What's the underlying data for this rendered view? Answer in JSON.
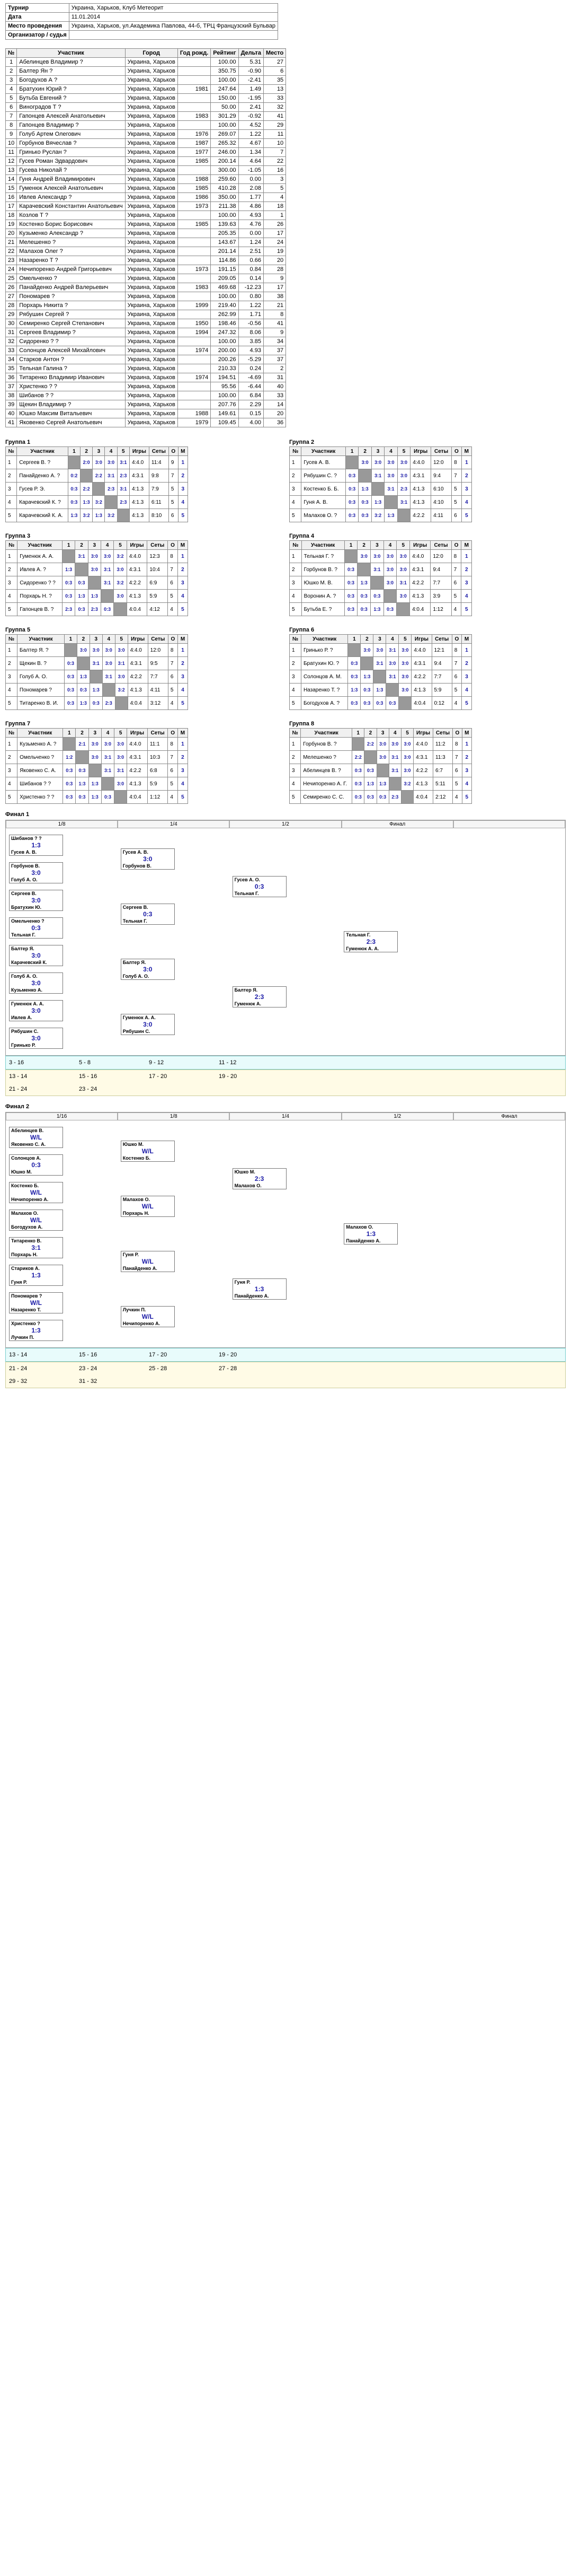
{
  "info": [
    {
      "k": "Турнир",
      "v": "Украина, Харьков, Клуб Метеорит"
    },
    {
      "k": "Дата",
      "v": "11.01.2014"
    },
    {
      "k": "Место проведения",
      "v": "Украина, Харьков, ул.Академика Павлова, 44-б, ТРЦ Французский Бульвар"
    },
    {
      "k": "Организатор / судья",
      "v": ""
    }
  ],
  "reg_headers": [
    "№",
    "Участник",
    "Город",
    "Год рожд.",
    "Рейтинг",
    "Дельта",
    "Место"
  ],
  "players": [
    [
      "1",
      "Абелинцев Владимир ?",
      "Украина, Харьков",
      "",
      "100.00",
      "5.31",
      "27"
    ],
    [
      "2",
      "Балтер Ян ?",
      "Украина, Харьков",
      "",
      "350.75",
      "-0.90",
      "6"
    ],
    [
      "3",
      "Богодухов А ?",
      "Украина, Харьков",
      "",
      "100.00",
      "-2.41",
      "35"
    ],
    [
      "4",
      "Братухин Юрий ?",
      "Украина, Харьков",
      "1981",
      "247.64",
      "1.49",
      "13"
    ],
    [
      "5",
      "Бутьба Евгений ?",
      "Украина, Харьков",
      "",
      "150.00",
      "-1.95",
      "33"
    ],
    [
      "6",
      "Виноградов Т ?",
      "Украина, Харьков",
      "",
      "50.00",
      "2.41",
      "32"
    ],
    [
      "7",
      "Гапонцев Алексей Анатольевич",
      "Украина, Харьков",
      "1983",
      "301.29",
      "-0.92",
      "41"
    ],
    [
      "8",
      "Гапонцев Владимир ?",
      "Украина, Харьков",
      "",
      "100.00",
      "4.52",
      "29"
    ],
    [
      "9",
      "Голуб Артем Олегович",
      "Украина, Харьков",
      "1976",
      "269.07",
      "1.22",
      "11"
    ],
    [
      "10",
      "Горбунов Вячеслав ?",
      "Украина, Харьков",
      "1987",
      "265.32",
      "4.67",
      "10"
    ],
    [
      "11",
      "Гринько Руслан ?",
      "Украина, Харьков",
      "1977",
      "246.00",
      "1.34",
      "7"
    ],
    [
      "12",
      "Гусев Роман Эдвардович",
      "Украина, Харьков",
      "1985",
      "200.14",
      "4.64",
      "22"
    ],
    [
      "13",
      "Гусева Николай ?",
      "Украина, Харьков",
      "",
      "300.00",
      "-1.05",
      "16"
    ],
    [
      "14",
      "Гуня Андрей Владимирович",
      "Украина, Харьков",
      "1988",
      "259.60",
      "0.00",
      "3"
    ],
    [
      "15",
      "Гуменюк Алексей Анатольевич",
      "Украина, Харьков",
      "1985",
      "410.28",
      "2.08",
      "5"
    ],
    [
      "16",
      "Ивлев Александр ?",
      "Украина, Харьков",
      "1986",
      "350.00",
      "1.77",
      "4"
    ],
    [
      "17",
      "Карачевский Константин Анатольевич",
      "Украина, Харьков",
      "1973",
      "211.38",
      "4.86",
      "18"
    ],
    [
      "18",
      "Козлов Т ?",
      "Украина, Харьков",
      "",
      "100.00",
      "4.93",
      "1"
    ],
    [
      "19",
      "Костенко Борис Борисович",
      "Украина, Харьков",
      "1985",
      "139.63",
      "4.76",
      "26"
    ],
    [
      "20",
      "Кузьменко Александр ?",
      "Украина, Харьков",
      "",
      "205.35",
      "0.00",
      "17"
    ],
    [
      "21",
      "Мелешенко ?",
      "Украина, Харьков",
      "",
      "143.67",
      "1.24",
      "24"
    ],
    [
      "22",
      "Малахов Олег ?",
      "Украина, Харьков",
      "",
      "201.14",
      "2.51",
      "19"
    ],
    [
      "23",
      "Назаренко Т ?",
      "Украина, Харьков",
      "",
      "114.86",
      "0.66",
      "20"
    ],
    [
      "24",
      "Нечипоренко Андрей Григорьевич",
      "Украина, Харьков",
      "1973",
      "191.15",
      "0.84",
      "28"
    ],
    [
      "25",
      "Омельченко ?",
      "Украина, Харьков",
      "",
      "209.05",
      "0.14",
      "9"
    ],
    [
      "26",
      "Панайденко Андрей Валерьевич",
      "Украина, Харьков",
      "1983",
      "469.68",
      "-12.23",
      "17"
    ],
    [
      "27",
      "Пономарев ?",
      "Украина, Харьков",
      "",
      "100.00",
      "0.80",
      "38"
    ],
    [
      "28",
      "Порхарь Никита ?",
      "Украина, Харьков",
      "1999",
      "219.40",
      "1.22",
      "21"
    ],
    [
      "29",
      "Рябушин Сергей ?",
      "Украина, Харьков",
      "",
      "262.99",
      "1.71",
      "8"
    ],
    [
      "30",
      "Семиренко Сергей Степанович",
      "Украина, Харьков",
      "1950",
      "198.46",
      "-0.56",
      "41"
    ],
    [
      "31",
      "Сергеев Владимир ?",
      "Украина, Харьков",
      "1994",
      "247.32",
      "8.06",
      "9"
    ],
    [
      "32",
      "Сидоренко ? ?",
      "Украина, Харьков",
      "",
      "100.00",
      "3.85",
      "34"
    ],
    [
      "33",
      "Солонцов Алексей Михайлович",
      "Украина, Харьков",
      "1974",
      "200.00",
      "4.93",
      "37"
    ],
    [
      "34",
      "Старков Антон ?",
      "Украина, Харьков",
      "",
      "200.26",
      "-5.29",
      "37"
    ],
    [
      "35",
      "Тельная Галина ?",
      "Украина, Харьков",
      "",
      "210.33",
      "0.24",
      "2"
    ],
    [
      "36",
      "Титаренко Владимир Иванович",
      "Украина, Харьков",
      "1974",
      "194.51",
      "-4.69",
      "31"
    ],
    [
      "37",
      "Христенко ? ?",
      "Украина, Харьков",
      "",
      "95.56",
      "-6.44",
      "40"
    ],
    [
      "38",
      "Шибанов ? ?",
      "Украина, Харьков",
      "",
      "100.00",
      "6.84",
      "33"
    ],
    [
      "39",
      "Щекин Владимир ?",
      "Украина, Харьков",
      "",
      "207.76",
      "2.29",
      "14"
    ],
    [
      "40",
      "Юшко Максим Витальевич",
      "Украина, Харьков",
      "1988",
      "149.61",
      "0.15",
      "20"
    ],
    [
      "41",
      "Яковенко Сергей Анатольевич",
      "Украина, Харьков",
      "1979",
      "109.45",
      "4.00",
      "36"
    ]
  ],
  "group_headers": [
    "№",
    "Участник",
    "1",
    "2",
    "3",
    "4",
    "5",
    "Игры",
    "Сеты",
    "О",
    "М"
  ],
  "groups": [
    {
      "title": "Группа 1",
      "rows": [
        [
          "1",
          "Сергеев В. ?",
          "",
          "2:0",
          "3:0",
          "3:0",
          "3:1",
          "4:4.0",
          "11:4",
          "9",
          "1"
        ],
        [
          "2",
          "Панайденко А. ?",
          "0:2",
          "",
          "2:2",
          "3:1",
          "2:3",
          "4:3.1",
          "9:8",
          "7",
          "2"
        ],
        [
          "3",
          "Гусев Р. Э.",
          "0:3",
          "2:2",
          "",
          "2:3",
          "3:1",
          "4:1.3",
          "7:9",
          "5",
          "3"
        ],
        [
          "4",
          "Карачевский К. ?",
          "0:3",
          "1:3",
          "3:2",
          "",
          "2:3",
          "4:1.3",
          "6:11",
          "5",
          "4"
        ],
        [
          "5",
          "Карачевский К. А.",
          "1:3",
          "3:2",
          "1:3",
          "3:2",
          "",
          "4:1.3",
          "8:10",
          "6",
          "5"
        ]
      ]
    },
    {
      "title": "Группа 2",
      "rows": [
        [
          "1",
          "Гусев А. В.",
          "",
          "3:0",
          "3:0",
          "3:0",
          "3:0",
          "4:4.0",
          "12:0",
          "8",
          "1"
        ],
        [
          "2",
          "Рябушин С. ?",
          "0:3",
          "",
          "3:1",
          "3:0",
          "3:0",
          "4:3.1",
          "9:4",
          "7",
          "2"
        ],
        [
          "3",
          "Костенко Б. Б.",
          "0:3",
          "1:3",
          "",
          "3:1",
          "2:3",
          "4:1.3",
          "6:10",
          "5",
          "3"
        ],
        [
          "4",
          "Гуня А. В.",
          "0:3",
          "0:3",
          "1:3",
          "",
          "3:1",
          "4:1.3",
          "4:10",
          "5",
          "4"
        ],
        [
          "5",
          "Малахов О. ?",
          "0:3",
          "0:3",
          "3:2",
          "1:3",
          "",
          "4:2.2",
          "4:11",
          "6",
          "5"
        ]
      ]
    },
    {
      "title": "Группа 3",
      "rows": [
        [
          "1",
          "Гуменюк А. А.",
          "",
          "3:1",
          "3:0",
          "3:0",
          "3:2",
          "4:4.0",
          "12:3",
          "8",
          "1"
        ],
        [
          "2",
          "Ивлев А. ?",
          "1:3",
          "",
          "3:0",
          "3:1",
          "3:0",
          "4:3.1",
          "10:4",
          "7",
          "2"
        ],
        [
          "3",
          "Сидоренко ? ?",
          "0:3",
          "0:3",
          "",
          "3:1",
          "3:2",
          "4:2.2",
          "6:9",
          "6",
          "3"
        ],
        [
          "4",
          "Порхарь Н. ?",
          "0:3",
          "1:3",
          "1:3",
          "",
          "3:0",
          "4:1.3",
          "5:9",
          "5",
          "4"
        ],
        [
          "5",
          "Гапонцев В. ?",
          "2:3",
          "0:3",
          "2:3",
          "0:3",
          "",
          "4:0.4",
          "4:12",
          "4",
          "5"
        ]
      ]
    },
    {
      "title": "Группа 4",
      "rows": [
        [
          "1",
          "Тельная Г. ?",
          "",
          "3:0",
          "3:0",
          "3:0",
          "3:0",
          "4:4.0",
          "12:0",
          "8",
          "1"
        ],
        [
          "2",
          "Горбунов В. ?",
          "0:3",
          "",
          "3:1",
          "3:0",
          "3:0",
          "4:3.1",
          "9:4",
          "7",
          "2"
        ],
        [
          "3",
          "Юшко М. В.",
          "0:3",
          "1:3",
          "",
          "3:0",
          "3:1",
          "4:2.2",
          "7:7",
          "6",
          "3"
        ],
        [
          "4",
          "Воронин А. ?",
          "0:3",
          "0:3",
          "0:3",
          "",
          "3:0",
          "4:1.3",
          "3:9",
          "5",
          "4"
        ],
        [
          "5",
          "Бутьба Е. ?",
          "0:3",
          "0:3",
          "1:3",
          "0:3",
          "",
          "4:0.4",
          "1:12",
          "4",
          "5"
        ]
      ]
    },
    {
      "title": "Группа 5",
      "rows": [
        [
          "1",
          "Балтер Я. ?",
          "",
          "3:0",
          "3:0",
          "3:0",
          "3:0",
          "4:4.0",
          "12:0",
          "8",
          "1"
        ],
        [
          "2",
          "Щекин В. ?",
          "0:3",
          "",
          "3:1",
          "3:0",
          "3:1",
          "4:3.1",
          "9:5",
          "7",
          "2"
        ],
        [
          "3",
          "Голуб А. О.",
          "0:3",
          "1:3",
          "",
          "3:1",
          "3:0",
          "4:2.2",
          "7:7",
          "6",
          "3"
        ],
        [
          "4",
          "Пономарев ?",
          "0:3",
          "0:3",
          "1:3",
          "",
          "3:2",
          "4:1.3",
          "4:11",
          "5",
          "4"
        ],
        [
          "5",
          "Титаренко В. И.",
          "0:3",
          "1:3",
          "0:3",
          "2:3",
          "",
          "4:0.4",
          "3:12",
          "4",
          "5"
        ]
      ]
    },
    {
      "title": "Группа 6",
      "rows": [
        [
          "1",
          "Гринько Р. ?",
          "",
          "3:0",
          "3:0",
          "3:1",
          "3:0",
          "4:4.0",
          "12:1",
          "8",
          "1"
        ],
        [
          "2",
          "Братухин Ю. ?",
          "0:3",
          "",
          "3:1",
          "3:0",
          "3:0",
          "4:3.1",
          "9:4",
          "7",
          "2"
        ],
        [
          "3",
          "Солонцов А. М.",
          "0:3",
          "1:3",
          "",
          "3:1",
          "3:0",
          "4:2.2",
          "7:7",
          "6",
          "3"
        ],
        [
          "4",
          "Назаренко Т. ?",
          "1:3",
          "0:3",
          "1:3",
          "",
          "3:0",
          "4:1.3",
          "5:9",
          "5",
          "4"
        ],
        [
          "5",
          "Богодухов А. ?",
          "0:3",
          "0:3",
          "0:3",
          "0:3",
          "",
          "4:0.4",
          "0:12",
          "4",
          "5"
        ]
      ]
    },
    {
      "title": "Группа 7",
      "rows": [
        [
          "1",
          "Кузьменко А. ?",
          "",
          "2:1",
          "3:0",
          "3:0",
          "3:0",
          "4:4.0",
          "11:1",
          "8",
          "1"
        ],
        [
          "2",
          "Омельченко ?",
          "1:2",
          "",
          "3:0",
          "3:1",
          "3:0",
          "4:3.1",
          "10:3",
          "7",
          "2"
        ],
        [
          "3",
          "Яковенко С. А.",
          "0:3",
          "0:3",
          "",
          "3:1",
          "3:1",
          "4:2.2",
          "6:8",
          "6",
          "3"
        ],
        [
          "4",
          "Шибанов ? ?",
          "0:3",
          "1:3",
          "1:3",
          "",
          "3:0",
          "4:1.3",
          "5:9",
          "5",
          "4"
        ],
        [
          "5",
          "Христенко ? ?",
          "0:3",
          "0:3",
          "1:3",
          "0:3",
          "",
          "4:0.4",
          "1:12",
          "4",
          "5"
        ]
      ]
    },
    {
      "title": "Группа 8",
      "rows": [
        [
          "1",
          "Горбунов В. ?",
          "",
          "2:2",
          "3:0",
          "3:0",
          "3:0",
          "4:4.0",
          "11:2",
          "8",
          "1"
        ],
        [
          "2",
          "Мелешенко ?",
          "2:2",
          "",
          "3:0",
          "3:1",
          "3:0",
          "4:3.1",
          "11:3",
          "7",
          "2"
        ],
        [
          "3",
          "Абелинцев В. ?",
          "0:3",
          "0:3",
          "",
          "3:1",
          "3:0",
          "4:2.2",
          "6:7",
          "6",
          "3"
        ],
        [
          "4",
          "Нечипоренко А. Г.",
          "0:3",
          "1:3",
          "1:3",
          "",
          "3:2",
          "4:1.3",
          "5:11",
          "5",
          "4"
        ],
        [
          "5",
          "Семиренко С. С.",
          "0:3",
          "0:3",
          "0:3",
          "2:3",
          "",
          "4:0.4",
          "2:12",
          "4",
          "5"
        ]
      ]
    }
  ],
  "final1": {
    "title": "Финал 1",
    "heads": [
      "1/8",
      "1/4",
      "1/2",
      "Финал",
      ""
    ],
    "r1": [
      {
        "a": "Шибанов ? ?",
        "b": "Гусев А. В.",
        "r": "1:3"
      },
      {
        "a": "Горбунов В.",
        "b": "Голуб А. О.",
        "r": "3:0"
      },
      {
        "a": "Сергеев В.",
        "b": "Братухин Ю.",
        "r": "3:0"
      },
      {
        "a": "Омельченко ?",
        "b": "Тельная Г.",
        "r": "0:3"
      },
      {
        "a": "Балтер Я.",
        "b": "Карачевский К.",
        "r": "3:0"
      },
      {
        "a": "Голуб А. О.",
        "b": "Кузьменко А.",
        "r": "3:0"
      },
      {
        "a": "Гуменюк А. А.",
        "b": "Ивлев А.",
        "r": "3:0"
      },
      {
        "a": "Рябушин С.",
        "b": "Гринько Р.",
        "r": "3:0"
      }
    ],
    "r2": [
      {
        "a": "Гусев А. В.",
        "b": "Горбунов В.",
        "r": "3:0"
      },
      {
        "a": "Сергеев В.",
        "b": "Тельная Г.",
        "r": "0:3"
      },
      {
        "a": "Балтер Я.",
        "b": "Голуб А. О.",
        "r": "3:0"
      },
      {
        "a": "Гуменюк А. А.",
        "b": "Рябушин С.",
        "r": "3:0"
      }
    ],
    "r3": [
      {
        "a": "Гусев А. О.",
        "b": "Тельная Г.",
        "r": "0:3"
      },
      {
        "a": "Балтер Я.",
        "b": "Гуменюк А.",
        "r": "2:3"
      }
    ],
    "r4": [
      {
        "a": "Тельная Г.",
        "b": "Гуменюк А. А.",
        "r": "2:3"
      }
    ]
  },
  "final2": {
    "title": "Финал 2",
    "heads": [
      "1/16",
      "1/8",
      "1/4",
      "1/2",
      "Финал"
    ],
    "r1": [
      {
        "a": "Абелинцев В.",
        "b": "Яковенко С. А.",
        "r": "W/L"
      },
      {
        "a": "Солонцов А.",
        "b": "Юшко М.",
        "r": "0:3"
      },
      {
        "a": "Костенко Б.",
        "b": "Нечипоренко А.",
        "r": "W/L"
      },
      {
        "a": "Малахов О.",
        "b": "Богодухов А.",
        "r": "W/L"
      },
      {
        "a": "Титаренко В.",
        "b": "Порхарь Н.",
        "r": "3:1"
      },
      {
        "a": "Стариков А.",
        "b": "Гуня Р.",
        "r": "1:3"
      },
      {
        "a": "Пономарев ?",
        "b": "Назаренко Т.",
        "r": "W/L"
      },
      {
        "a": "Христенко ?",
        "b": "Лучкин П.",
        "r": "1:3"
      }
    ],
    "r2": [
      {
        "a": "Юшко М.",
        "b": "Костенко Б.",
        "r": "W/L"
      },
      {
        "a": "Малахов О.",
        "b": "Порхарь Н.",
        "r": "W/L"
      },
      {
        "a": "Гуня Р.",
        "b": "Панайденко А.",
        "r": "W/L"
      },
      {
        "a": "Лучкин П.",
        "b": "Нечипоренко А.",
        "r": "W/L"
      }
    ],
    "r3": [
      {
        "a": "Юшко М.",
        "b": "Малахов О.",
        "r": "2:3"
      },
      {
        "a": "Гуня Р.",
        "b": "Панайденко А.",
        "r": "1:3"
      }
    ],
    "r4": [
      {
        "a": "Малахов О.",
        "b": "Панайденко А.",
        "r": "1:3"
      }
    ]
  },
  "extra_titles": [
    "3 - 16",
    "5 - 8",
    "9 - 12",
    "11 - 12",
    "13 - 14",
    "15 - 16",
    "17 - 20",
    "19 - 20",
    "21 - 24",
    "23 - 24",
    "25 - 28",
    "27 - 28",
    "29 - 32",
    "31 - 32"
  ],
  "colors": {
    "score": "#1a1aa6",
    "header": "#f0f0f0",
    "zoneBlue": "#e8fbfb",
    "zoneYellow": "#fffbe6"
  }
}
